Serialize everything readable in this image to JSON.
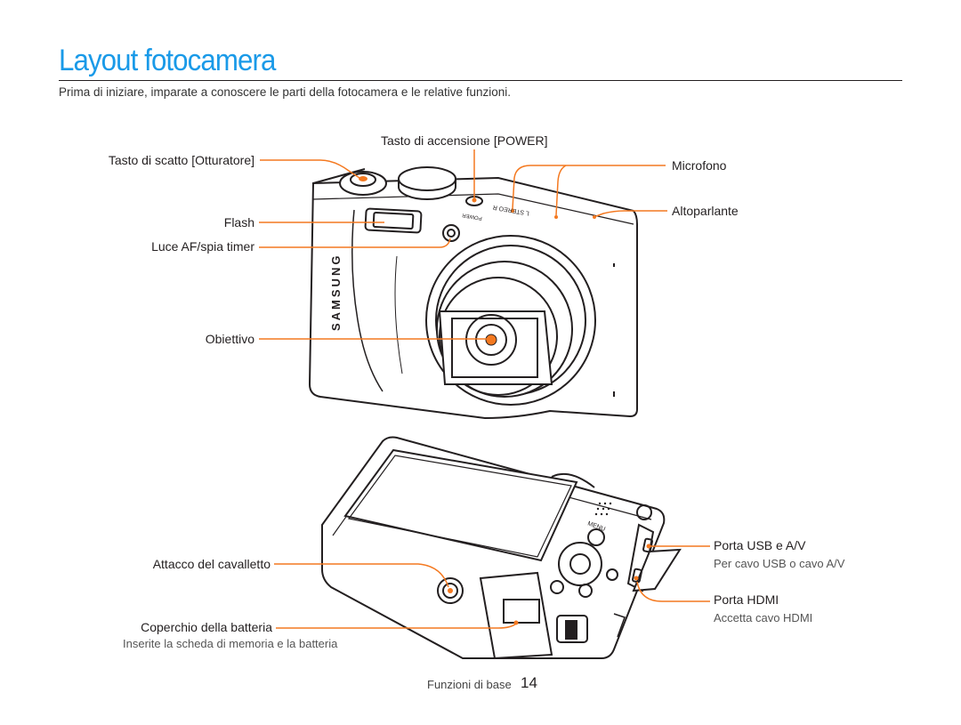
{
  "page": {
    "title": "Layout fotocamera",
    "intro": "Prima di iniziare, imparate a conoscere le parti della fotocamera e le relative funzioni."
  },
  "front_labels": {
    "power": "Tasto di accensione [POWER]",
    "shutter": "Tasto di scatto [Otturatore]",
    "microphone": "Microfono",
    "speaker": "Altoparlante",
    "flash": "Flash",
    "af_light": "Luce AF/spia timer",
    "lens": "Obiettivo"
  },
  "camera_text": {
    "brand": "SAMSUNG",
    "stereo": "L STEREO R",
    "power_mark": "POWER",
    "menu": "MENU"
  },
  "back_labels": {
    "usb": "Porta USB e A/V",
    "usb_note": "Per cavo USB o cavo A/V",
    "hdmi": "Porta HDMI",
    "hdmi_note": "Accetta cavo HDMI",
    "tripod": "Attacco del cavalletto",
    "battery": "Coperchio della batteria",
    "battery_note": "Inserite la scheda di memoria e la batteria"
  },
  "footer": {
    "section": "Funzioni di base",
    "page_number": "14"
  },
  "colors": {
    "accent_title": "#1a9ae8",
    "callout": "#f47920"
  }
}
